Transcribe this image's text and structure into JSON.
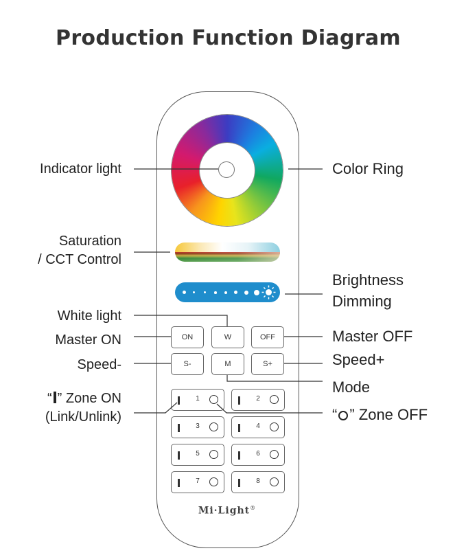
{
  "title": "Production Function Diagram",
  "labels": {
    "indicator_light": "Indicator light",
    "color_ring": "Color Ring",
    "saturation_1": "Saturation",
    "saturation_2": "/ CCT Control",
    "brightness_1": "Brightness",
    "brightness_2": "Dimming",
    "white_light": "White light",
    "master_on": "Master ON",
    "master_off": "Master OFF",
    "speed_minus": "Speed-",
    "speed_plus": "Speed+",
    "mode": "Mode",
    "zone_on_quote_open": "“",
    "zone_on_quote_close": "” Zone ON",
    "zone_on_2": "(Link/Unlink)",
    "zone_off_quote_open": "“",
    "zone_off_quote_close": "” Zone OFF"
  },
  "buttons": {
    "on": "ON",
    "w": "W",
    "off": "OFF",
    "s_minus": "S-",
    "m": "M",
    "s_plus": "S+"
  },
  "zones": [
    "1",
    "2",
    "3",
    "4",
    "5",
    "6",
    "7",
    "8"
  ],
  "logo": {
    "text": "Mi·Light",
    "mark": "®"
  },
  "colors": {
    "brightness_bar": "#1f8dcc",
    "outline": "#555555"
  }
}
